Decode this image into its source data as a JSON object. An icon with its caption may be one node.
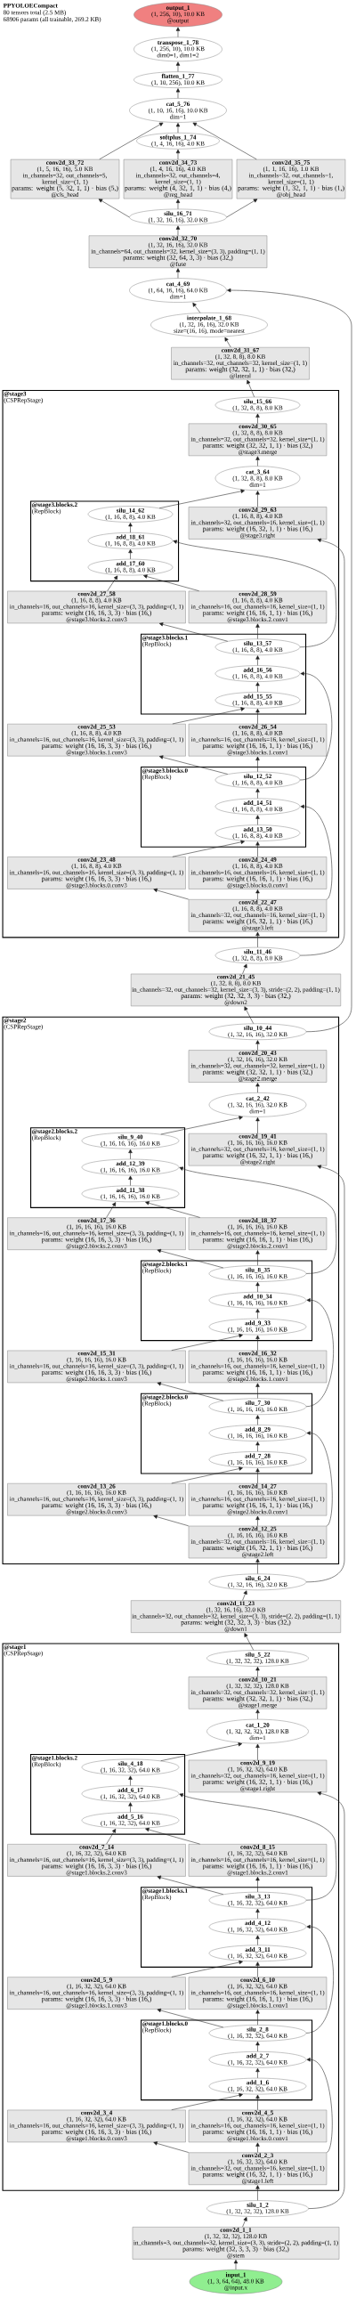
{
  "diagram": {
    "title": "PPYOLOECompact",
    "labels": [
      "80 tensors total (2.5 MB)",
      "68906 params (all trainable, 269.2 KB)"
    ],
    "nodes": [
      {
        "text": [
          "output_1",
          "(1, 256, 10), 10.0 KB",
          "@output"
        ]
      },
      {
        "text": [
          "transpose_1_78",
          "(1, 256, 10), 10.0 KB",
          "dim0=1, dim1=2"
        ]
      },
      {
        "text": [
          "flatten_1_77",
          "(1, 10, 256), 10.0 KB"
        ]
      },
      {
        "text": [
          "cat_5_76",
          "(1, 10, 16, 16), 10.0 KB",
          "dim=1"
        ]
      },
      {
        "text": [
          "softplus_1_74",
          "(1, 4, 16, 16), 4.0 KB"
        ]
      },
      {
        "text": [
          "conv2d_33_72",
          "(1, 5, 16, 16), 5.0 KB",
          "in_channels=32, out_channels=5, kernel_size=(1, 1)",
          "params: weight (5, 32, 1, 1) · bias (5,)",
          "@cls_head"
        ]
      },
      {
        "text": [
          "conv2d_34_73",
          "(1, 4, 16, 16), 4.0 KB",
          "in_channels=32, out_channels=4, kernel_size=(1, 1)",
          "params: weight (4, 32, 1, 1) · bias (4,)",
          "@reg_head"
        ]
      },
      {
        "text": [
          "conv2d_35_75",
          "(1, 1, 16, 16), 1.0 KB",
          "in_channels=32, out_channels=1, kernel_size=(1, 1)",
          "params: weight (1, 32, 1, 1) · bias (1,)",
          "@obj_head"
        ]
      },
      {
        "text": [
          "silu_16_71",
          "(1, 32, 16, 16), 32.0 KB"
        ]
      },
      {
        "text": [
          "conv2d_32_70",
          "(1, 32, 16, 16), 32.0 KB",
          "in_channels=64, out_channels=32, kernel_size=(3, 3), padding=(1, 1)",
          "params: weight (32, 64, 3, 3) · bias (32,)",
          "@fuse"
        ]
      },
      {
        "text": [
          "cat_4_69",
          "(1, 64, 16, 16), 64.0 KB",
          "dim=1"
        ]
      },
      {
        "text": [
          "interpolate_1_68",
          "(1, 32, 16, 16), 32.0 KB",
          "size=(16, 16), mode=nearest"
        ]
      },
      {
        "text": [
          "conv2d_31_67",
          "(1, 32, 8, 8), 8.0 KB",
          "in_channels=32, out_channels=32, kernel_size=(1, 1)",
          "params: weight (32, 32, 1, 1) · bias (32,)",
          "@lateral"
        ]
      },
      {
        "text": [
          "@stage3",
          "(CSPRepStage)"
        ]
      },
      {
        "text": [
          "silu_15_66",
          "(1, 32, 8, 8), 8.0 KB"
        ],
        "in": 13
      },
      {
        "text": [
          "conv2d_30_65",
          "(1, 32, 8, 8), 8.0 KB",
          "in_channels=32, out_channels=32, kernel_size=(1, 1)",
          "params: weight (32, 32, 1, 1) · bias (32,)",
          "@stage3.merge"
        ],
        "in": 13
      },
      {
        "text": [
          "cat_3_64",
          "(1, 32, 8, 8), 8.0 KB",
          "dim=1"
        ],
        "in": 13
      },
      {
        "text": [
          "@stage3.blocks.2",
          "(RepBlock)"
        ],
        "in": 13
      },
      {
        "text": [
          "conv2d_29_63",
          "(1, 16, 8, 8), 4.0 KB",
          "in_channels=32, out_channels=16, kernel_size=(1, 1)",
          "params: weight (16, 32, 1, 1) · bias (16,)",
          "@stage3.right"
        ],
        "in": 13
      },
      {
        "text": [
          "silu_14_62",
          "(1, 16, 8, 8), 4.0 KB"
        ],
        "in": 17
      },
      {
        "text": [
          "add_18_61",
          "(1, 16, 8, 8), 4.0 KB"
        ],
        "in": 17
      },
      {
        "text": [
          "add_17_60",
          "(1, 16, 8, 8), 4.0 KB"
        ],
        "in": 17
      },
      {
        "text": [
          "conv2d_27_58",
          "(1, 16, 8, 8), 4.0 KB",
          "in_channels=16, out_channels=16, kernel_size=(3, 3), padding=(1, 1)",
          "params: weight (16, 16, 3, 3) · bias (16,)",
          "@stage3.blocks.2.conv3"
        ],
        "in": 13
      },
      {
        "text": [
          "conv2d_28_59",
          "(1, 16, 8, 8), 4.0 KB",
          "in_channels=16, out_channels=16, kernel_size=(1, 1)",
          "params: weight (16, 16, 1, 1) · bias (16,)",
          "@stage3.blocks.2.conv1"
        ],
        "in": 13
      },
      {
        "text": [
          "@stage3.blocks.1",
          "(RepBlock)"
        ],
        "in": 13
      },
      {
        "text": [
          "silu_13_57",
          "(1, 16, 8, 8), 4.0 KB"
        ],
        "in": 24
      },
      {
        "text": [
          "add_16_56",
          "(1, 16, 8, 8), 4.0 KB"
        ],
        "in": 24
      },
      {
        "text": [
          "add_15_55",
          "(1, 16, 8, 8), 4.0 KB"
        ],
        "in": 24
      },
      {
        "text": [
          "conv2d_25_53",
          "(1, 16, 8, 8), 4.0 KB",
          "in_channels=16, out_channels=16, kernel_size=(3, 3), padding=(1, 1)",
          "params: weight (16, 16, 3, 3) · bias (16,)",
          "@stage3.blocks.1.conv3"
        ],
        "in": 13
      },
      {
        "text": [
          "conv2d_26_54",
          "(1, 16, 8, 8), 4.0 KB",
          "in_channels=16, out_channels=16, kernel_size=(1, 1)",
          "params: weight (16, 16, 1, 1) · bias (16,)",
          "@stage3.blocks.1.conv1"
        ],
        "in": 13
      },
      {
        "text": [
          "@stage3.blocks.0",
          "(RepBlock)"
        ],
        "in": 13
      },
      {
        "text": [
          "silu_12_52",
          "(1, 16, 8, 8), 4.0 KB"
        ],
        "in": 30
      },
      {
        "text": [
          "add_14_51",
          "(1, 16, 8, 8), 4.0 KB"
        ],
        "in": 30
      },
      {
        "text": [
          "add_13_50",
          "(1, 16, 8, 8), 4.0 KB"
        ],
        "in": 30
      },
      {
        "text": [
          "conv2d_23_48",
          "(1, 16, 8, 8), 4.0 KB",
          "in_channels=16, out_channels=16, kernel_size=(3, 3), padding=(1, 1)",
          "params: weight (16, 16, 3, 3) · bias (16,)",
          "@stage3.blocks.0.conv3"
        ],
        "in": 13
      },
      {
        "text": [
          "conv2d_24_49",
          "(1, 16, 8, 8), 4.0 KB",
          "in_channels=16, out_channels=16, kernel_size=(1, 1)",
          "params: weight (16, 16, 1, 1) · bias (16,)",
          "@stage3.blocks.0.conv1"
        ],
        "in": 13
      },
      {
        "text": [
          "conv2d_22_47",
          "(1, 16, 8, 8), 4.0 KB",
          "in_channels=32, out_channels=16, kernel_size=(1, 1)",
          "params: weight (16, 32, 1, 1) · bias (16,)",
          "@stage3.left"
        ],
        "in": 13
      },
      {
        "text": [
          "silu_11_46",
          "(1, 32, 8, 8), 8.0 KB"
        ]
      },
      {
        "text": [
          "conv2d_21_45",
          "(1, 32, 8, 8), 8.0 KB",
          "in_channels=32, out_channels=32, kernel_size=(3, 3), stride=(2, 2), padding=(1, 1)",
          "params: weight (32, 32, 3, 3) · bias (32,)",
          "@down2"
        ]
      },
      {
        "text": [
          "@stage2",
          "(CSPRepStage)"
        ]
      },
      {
        "text": [
          "silu_10_44",
          "(1, 32, 16, 16), 32.0 KB"
        ],
        "in": 39
      },
      {
        "text": [
          "conv2d_20_43",
          "(1, 32, 16, 16), 32.0 KB",
          "in_channels=32, out_channels=32, kernel_size=(1, 1)",
          "params: weight (32, 32, 1, 1) · bias (32,)",
          "@stage2.merge"
        ],
        "in": 39
      },
      {
        "text": [
          "cat_2_42",
          "(1, 32, 16, 16), 32.0 KB",
          "dim=1"
        ],
        "in": 39
      },
      {
        "text": [
          "@stage2.blocks.2",
          "(RepBlock)"
        ],
        "in": 39
      },
      {
        "text": [
          "conv2d_19_41",
          "(1, 16, 16, 16), 16.0 KB",
          "in_channels=32, out_channels=16, kernel_size=(1, 1)",
          "params: weight (16, 32, 1, 1) · bias (16,)",
          "@stage2.right"
        ],
        "in": 39
      },
      {
        "text": [
          "silu_9_40",
          "(1, 16, 16, 16), 16.0 KB"
        ],
        "in": 43
      },
      {
        "text": [
          "add_12_39",
          "(1, 16, 16, 16), 16.0 KB"
        ],
        "in": 43
      },
      {
        "text": [
          "add_11_38",
          "(1, 16, 16, 16), 16.0 KB"
        ],
        "in": 43
      },
      {
        "text": [
          "conv2d_17_36",
          "(1, 16, 16, 16), 16.0 KB",
          "in_channels=16, out_channels=16, kernel_size=(3, 3), padding=(1, 1)",
          "params: weight (16, 16, 3, 3) · bias (16,)",
          "@stage2.blocks.2.conv3"
        ],
        "in": 39
      },
      {
        "text": [
          "conv2d_18_37",
          "(1, 16, 16, 16), 16.0 KB",
          "in_channels=16, out_channels=16, kernel_size=(1, 1)",
          "params: weight (16, 16, 1, 1) · bias (16,)",
          "@stage2.blocks.2.conv1"
        ],
        "in": 39
      },
      {
        "text": [
          "@stage2.blocks.1",
          "(RepBlock)"
        ],
        "in": 39
      },
      {
        "text": [
          "silu_8_35",
          "(1, 16, 16, 16), 16.0 KB"
        ],
        "in": 50
      },
      {
        "text": [
          "add_10_34",
          "(1, 16, 16, 16), 16.0 KB"
        ],
        "in": 50
      },
      {
        "text": [
          "add_9_33",
          "(1, 16, 16, 16), 16.0 KB"
        ],
        "in": 50
      },
      {
        "text": [
          "conv2d_15_31",
          "(1, 16, 16, 16), 16.0 KB",
          "in_channels=16, out_channels=16, kernel_size=(3, 3), padding=(1, 1)",
          "params: weight (16, 16, 3, 3) · bias (16,)",
          "@stage2.blocks.1.conv3"
        ],
        "in": 39
      },
      {
        "text": [
          "conv2d_16_32",
          "(1, 16, 16, 16), 16.0 KB",
          "in_channels=16, out_channels=16, kernel_size=(1, 1)",
          "params: weight (16, 16, 1, 1) · bias (16,)",
          "@stage2.blocks.1.conv1"
        ],
        "in": 39
      },
      {
        "text": [
          "@stage2.blocks.0",
          "(RepBlock)"
        ],
        "in": 39
      },
      {
        "text": [
          "silu_7_30",
          "(1, 16, 16, 16), 16.0 KB"
        ],
        "in": 56
      },
      {
        "text": [
          "add_8_29",
          "(1, 16, 16, 16), 16.0 KB"
        ],
        "in": 56
      },
      {
        "text": [
          "add_7_28",
          "(1, 16, 16, 16), 16.0 KB"
        ],
        "in": 56
      },
      {
        "text": [
          "conv2d_13_26",
          "(1, 16, 16, 16), 16.0 KB",
          "in_channels=16, out_channels=16, kernel_size=(3, 3), padding=(1, 1)",
          "params: weight (16, 16, 3, 3) · bias (16,)",
          "@stage2.blocks.0.conv3"
        ],
        "in": 39
      },
      {
        "text": [
          "conv2d_14_27",
          "(1, 16, 16, 16), 16.0 KB",
          "in_channels=16, out_channels=16, kernel_size=(1, 1)",
          "params: weight (16, 16, 1, 1) · bias (16,)",
          "@stage2.blocks.0.conv1"
        ],
        "in": 39
      },
      {
        "text": [
          "conv2d_12_25",
          "(1, 16, 16, 16), 16.0 KB",
          "in_channels=32, out_channels=16, kernel_size=(1, 1)",
          "params: weight (16, 32, 1, 1) · bias (16,)",
          "@stage2.left"
        ],
        "in": 39
      },
      {
        "text": [
          "silu_6_24",
          "(1, 32, 16, 16), 32.0 KB"
        ]
      },
      {
        "text": [
          "conv2d_11_23",
          "(1, 32, 16, 16), 32.0 KB",
          "in_channels=32, out_channels=32, kernel_size=(3, 3), stride=(2, 2), padding=(1, 1)",
          "params: weight (32, 32, 3, 3) · bias (32,)",
          "@down1"
        ]
      },
      {
        "text": [
          "@stage1",
          "(CSPRepStage)"
        ]
      },
      {
        "text": [
          "silu_5_22",
          "(1, 32, 32, 32), 128.0 KB"
        ],
        "in": 65
      },
      {
        "text": [
          "conv2d_10_21",
          "(1, 32, 32, 32), 128.0 KB",
          "in_channels=32, out_channels=32, kernel_size=(1, 1)",
          "params: weight (32, 32, 1, 1) · bias (32,)",
          "@stage1.merge"
        ],
        "in": 65
      },
      {
        "text": [
          "cat_1_20",
          "(1, 32, 32, 32), 128.0 KB",
          "dim=1"
        ],
        "in": 65
      },
      {
        "text": [
          "@stage1.blocks.2",
          "(RepBlock)"
        ],
        "in": 65
      },
      {
        "text": [
          "conv2d_9_19",
          "(1, 16, 32, 32), 64.0 KB",
          "in_channels=32, out_channels=16, kernel_size=(1, 1)",
          "params: weight (16, 32, 1, 1) · bias (16,)",
          "@stage1.right"
        ],
        "in": 65
      },
      {
        "text": [
          "silu_4_18",
          "(1, 16, 32, 32), 64.0 KB"
        ],
        "in": 69
      },
      {
        "text": [
          "add_6_17",
          "(1, 16, 32, 32), 64.0 KB"
        ],
        "in": 69
      },
      {
        "text": [
          "add_5_16",
          "(1, 16, 32, 32), 64.0 KB"
        ],
        "in": 69
      },
      {
        "text": [
          "conv2d_7_14",
          "(1, 16, 32, 32), 64.0 KB",
          "in_channels=16, out_channels=16, kernel_size=(3, 3), padding=(1, 1)",
          "params: weight (16, 16, 3, 3) · bias (16,)",
          "@stage1.blocks.2.conv3"
        ],
        "in": 65
      },
      {
        "text": [
          "conv2d_8_15",
          "(1, 16, 32, 32), 64.0 KB",
          "in_channels=16, out_channels=16, kernel_size=(1, 1)",
          "params: weight (16, 16, 1, 1) · bias (16,)",
          "@stage1.blocks.2.conv1"
        ],
        "in": 65
      },
      {
        "text": [
          "@stage1.blocks.1",
          "(RepBlock)"
        ],
        "in": 65
      },
      {
        "text": [
          "silu_3_13",
          "(1, 16, 32, 32), 64.0 KB"
        ],
        "in": 76
      },
      {
        "text": [
          "add_4_12",
          "(1, 16, 32, 32), 64.0 KB"
        ],
        "in": 76
      },
      {
        "text": [
          "add_3_11",
          "(1, 16, 32, 32), 64.0 KB"
        ],
        "in": 76
      },
      {
        "text": [
          "conv2d_5_9",
          "(1, 16, 32, 32), 64.0 KB",
          "in_channels=16, out_channels=16, kernel_size=(3, 3), padding=(1, 1)",
          "params: weight (16, 16, 3, 3) · bias (16,)",
          "@stage1.blocks.1.conv3"
        ],
        "in": 65
      },
      {
        "text": [
          "conv2d_6_10",
          "(1, 16, 32, 32), 64.0 KB",
          "in_channels=16, out_channels=16, kernel_size=(1, 1)",
          "params: weight (16, 16, 1, 1) · bias (16,)",
          "@stage1.blocks.1.conv1"
        ],
        "in": 65
      },
      {
        "text": [
          "@stage1.blocks.0",
          "(RepBlock)"
        ],
        "in": 65
      },
      {
        "text": [
          "silu_2_8",
          "(1, 16, 32, 32), 64.0 KB"
        ],
        "in": 82
      },
      {
        "text": [
          "add_2_7",
          "(1, 16, 32, 32), 64.0 KB"
        ],
        "in": 82
      },
      {
        "text": [
          "add_1_6",
          "(1, 16, 32, 32), 64.0 KB"
        ],
        "in": 82
      },
      {
        "text": [
          "conv2d_3_4",
          "(1, 16, 32, 32), 64.0 KB",
          "in_channels=16, out_channels=16, kernel_size=(3, 3), padding=(1, 1)",
          "params: weight (16, 16, 3, 3) · bias (16,)",
          "@stage1.blocks.0.conv3"
        ],
        "in": 65
      },
      {
        "text": [
          "conv2d_4_5",
          "(1, 16, 32, 32), 64.0 KB",
          "in_channels=16, out_channels=16, kernel_size=(1, 1)",
          "params: weight (16, 16, 1, 1) · bias (16,)",
          "@stage1.blocks.0.conv1"
        ],
        "in": 65
      },
      {
        "text": [
          "conv2d_2_3",
          "(1, 16, 32, 32), 64.0 KB",
          "in_channels=32, out_channels=16, kernel_size=(1, 1)",
          "params: weight (16, 32, 1, 1) · bias (16,)",
          "@stage1.left"
        ],
        "in": 65
      },
      {
        "text": [
          "silu_1_2",
          "(1, 32, 32, 32), 128.0 KB"
        ]
      },
      {
        "text": [
          "conv2d_1_1",
          "(1, 32, 32, 32), 128.0 KB",
          "in_channels=3, out_channels=32, kernel_size=(3, 3), stride=(2, 2), padding=(1, 1)",
          "params: weight (32, 3, 3, 3) · bias (32,)",
          "@stem"
        ]
      },
      {
        "text": [
          "input_1",
          "(1, 3, 64, 64), 48.0 KB",
          "@input.x"
        ]
      }
    ],
    "edges": [
      {
        "from": 1,
        "to": 0,
        "arrow": "to"
      },
      {
        "from": 2,
        "to": 1,
        "arrow": "to"
      },
      {
        "from": 3,
        "to": 2,
        "arrow": "to"
      },
      {
        "from": 4,
        "to": 3,
        "arrow": "to"
      },
      {
        "from": 5,
        "to": 3,
        "arrow": "to"
      },
      {
        "from": 7,
        "to": 3,
        "arrow": "to"
      },
      {
        "from": 6,
        "to": 4,
        "arrow": "to"
      },
      {
        "from": 8,
        "to": 5,
        "arrow": "to"
      },
      {
        "from": 8,
        "to": 6,
        "arrow": "to"
      },
      {
        "from": 8,
        "to": 7,
        "arrow": "to"
      },
      {
        "from": 9,
        "to": 8,
        "arrow": "to"
      },
      {
        "from": 10,
        "to": 9,
        "arrow": "to"
      },
      {
        "from": 11,
        "to": 10,
        "arrow": "to"
      },
      {
        "from": 40,
        "to": 10,
        "arrow": "to"
      },
      {
        "from": 12,
        "to": 11,
        "arrow": "to"
      },
      {
        "from": 14,
        "to": 12,
        "arrow": "to"
      },
      {
        "from": 15,
        "to": 14,
        "arrow": "to"
      },
      {
        "from": 16,
        "to": 15,
        "arrow": "to"
      },
      {
        "from": 19,
        "to": 16,
        "arrow": "to"
      },
      {
        "from": 18,
        "to": 16,
        "arrow": "to"
      },
      {
        "from": 37,
        "to": 18,
        "arrow": "to"
      },
      {
        "from": 20,
        "to": 19,
        "arrow": "to"
      },
      {
        "from": 21,
        "to": 20,
        "arrow": "to"
      },
      {
        "from": 25,
        "to": 20,
        "arrow": "to"
      },
      {
        "from": 22,
        "to": 21,
        "arrow": "to"
      },
      {
        "from": 23,
        "to": 21,
        "arrow": "to"
      },
      {
        "from": 25,
        "to": 22,
        "arrow": "to"
      },
      {
        "from": 25,
        "to": 23,
        "arrow": "to"
      },
      {
        "from": 26,
        "to": 25,
        "arrow": "to"
      },
      {
        "from": 27,
        "to": 26,
        "arrow": "to"
      },
      {
        "from": 31,
        "to": 26,
        "arrow": "to"
      },
      {
        "from": 28,
        "to": 27,
        "arrow": "to"
      },
      {
        "from": 29,
        "to": 27,
        "arrow": "to"
      },
      {
        "from": 31,
        "to": 28,
        "arrow": "to"
      },
      {
        "from": 31,
        "to": 29,
        "arrow": "to"
      },
      {
        "from": 32,
        "to": 31,
        "arrow": "to"
      },
      {
        "from": 33,
        "to": 32,
        "arrow": "to"
      },
      {
        "from": 36,
        "to": 32,
        "arrow": "to"
      },
      {
        "from": 34,
        "to": 33,
        "arrow": "to"
      },
      {
        "from": 35,
        "to": 33,
        "arrow": "to"
      },
      {
        "from": 36,
        "to": 34,
        "arrow": "to"
      },
      {
        "from": 36,
        "to": 35,
        "arrow": "to"
      },
      {
        "from": 37,
        "to": 36,
        "arrow": "to"
      },
      {
        "from": 38,
        "to": 37,
        "arrow": "to"
      },
      {
        "from": 40,
        "to": 38,
        "arrow": "to"
      },
      {
        "from": 41,
        "to": 40,
        "arrow": "to"
      },
      {
        "from": 42,
        "to": 41,
        "arrow": "to"
      },
      {
        "from": 45,
        "to": 42,
        "arrow": "to"
      },
      {
        "from": 44,
        "to": 42,
        "arrow": "to"
      },
      {
        "from": 63,
        "to": 44,
        "arrow": "to"
      },
      {
        "from": 46,
        "to": 45,
        "arrow": "to"
      },
      {
        "from": 47,
        "to": 46,
        "arrow": "to"
      },
      {
        "from": 51,
        "to": 46,
        "arrow": "to"
      },
      {
        "from": 48,
        "to": 47,
        "arrow": "to"
      },
      {
        "from": 49,
        "to": 47,
        "arrow": "to"
      },
      {
        "from": 51,
        "to": 48,
        "arrow": "to"
      },
      {
        "from": 51,
        "to": 49,
        "arrow": "to"
      },
      {
        "from": 52,
        "to": 51,
        "arrow": "to"
      },
      {
        "from": 53,
        "to": 52,
        "arrow": "to"
      },
      {
        "from": 57,
        "to": 52,
        "arrow": "to"
      },
      {
        "from": 54,
        "to": 53,
        "arrow": "to"
      },
      {
        "from": 55,
        "to": 53,
        "arrow": "to"
      },
      {
        "from": 57,
        "to": 54,
        "arrow": "to"
      },
      {
        "from": 57,
        "to": 55,
        "arrow": "to"
      },
      {
        "from": 58,
        "to": 57,
        "arrow": "to"
      },
      {
        "from": 59,
        "to": 58,
        "arrow": "to"
      },
      {
        "from": 62,
        "to": 58,
        "arrow": "to"
      },
      {
        "from": 60,
        "to": 59,
        "arrow": "to"
      },
      {
        "from": 61,
        "to": 59,
        "arrow": "to"
      },
      {
        "from": 62,
        "to": 60,
        "arrow": "to"
      },
      {
        "from": 62,
        "to": 61,
        "arrow": "to"
      },
      {
        "from": 63,
        "to": 62,
        "arrow": "to"
      },
      {
        "from": 64,
        "to": 63,
        "arrow": "to"
      },
      {
        "from": 66,
        "to": 64,
        "arrow": "to"
      },
      {
        "from": 67,
        "to": 66,
        "arrow": "to"
      },
      {
        "from": 68,
        "to": 67,
        "arrow": "to"
      },
      {
        "from": 71,
        "to": 68,
        "arrow": "to"
      },
      {
        "from": 70,
        "to": 68,
        "arrow": "to"
      },
      {
        "from": 89,
        "to": 70,
        "arrow": "to"
      },
      {
        "from": 72,
        "to": 71,
        "arrow": "to"
      },
      {
        "from": 73,
        "to": 72,
        "arrow": "to"
      },
      {
        "from": 77,
        "to": 72,
        "arrow": "to"
      },
      {
        "from": 74,
        "to": 73,
        "arrow": "to"
      },
      {
        "from": 75,
        "to": 73,
        "arrow": "to"
      },
      {
        "from": 77,
        "to": 74,
        "arrow": "to"
      },
      {
        "from": 77,
        "to": 75,
        "arrow": "to"
      },
      {
        "from": 78,
        "to": 77,
        "arrow": "to"
      },
      {
        "from": 79,
        "to": 78,
        "arrow": "to"
      },
      {
        "from": 83,
        "to": 78,
        "arrow": "to"
      },
      {
        "from": 80,
        "to": 79,
        "arrow": "to"
      },
      {
        "from": 81,
        "to": 79,
        "arrow": "to"
      },
      {
        "from": 83,
        "to": 80,
        "arrow": "to"
      },
      {
        "from": 83,
        "to": 81,
        "arrow": "to"
      },
      {
        "from": 84,
        "to": 83,
        "arrow": "to"
      },
      {
        "from": 85,
        "to": 84,
        "arrow": "to"
      },
      {
        "from": 88,
        "to": 84,
        "arrow": "to"
      },
      {
        "from": 86,
        "to": 85,
        "arrow": "to"
      },
      {
        "from": 87,
        "to": 85,
        "arrow": "to"
      },
      {
        "from": 88,
        "to": 86,
        "arrow": "to"
      },
      {
        "from": 88,
        "to": 87,
        "arrow": "to"
      },
      {
        "from": 89,
        "to": 88,
        "arrow": "to"
      },
      {
        "from": 90,
        "to": 89,
        "arrow": "to"
      },
      {
        "from": 91,
        "to": 90,
        "arrow": "to"
      }
    ]
  }
}
